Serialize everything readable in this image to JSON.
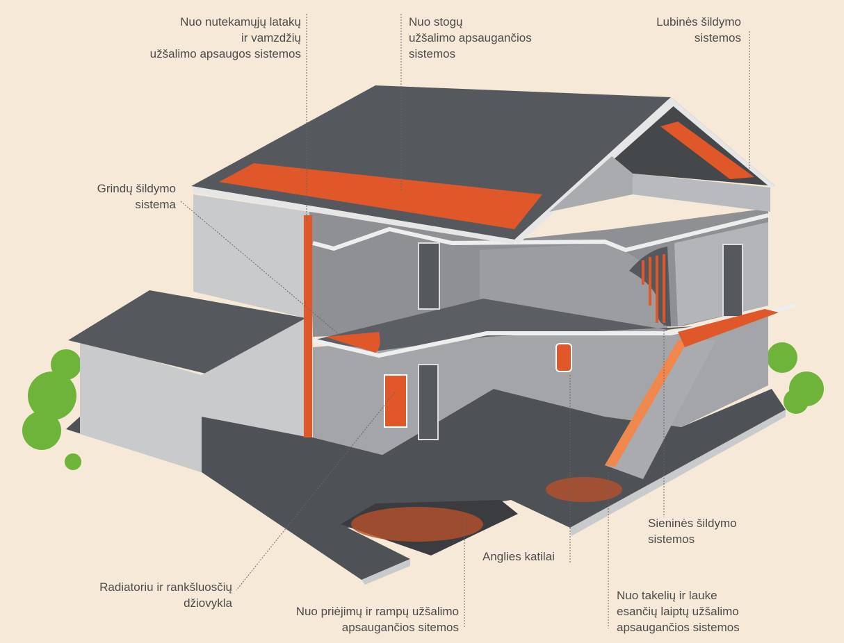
{
  "colors": {
    "background": "#f6e9d8",
    "roof": "#55595d",
    "wall": "#a9abae",
    "wall_light": "#c9cacc",
    "floor": "#4e5256",
    "heating": "#e0582a",
    "text": "#4b4b4b"
  },
  "labels": {
    "gutters": [
      "Nuo nutekamųjų latakų",
      "ir vamzdžių",
      "užšalimo apsaugos sistemos"
    ],
    "roof": [
      "Nuo stogų",
      "užšalimo apsaugančios",
      "sistemos"
    ],
    "ceiling": [
      "Lubinės šildymo",
      "sistemos"
    ],
    "floor": [
      "Grindų šildymo",
      "sistema"
    ],
    "wall": [
      "Sieninės šildymo",
      "sistemos"
    ],
    "boiler": [
      "Anglies katilai"
    ],
    "radiator": [
      "Radiatoriu ir rankšluosčių",
      "džiovykla"
    ],
    "ramps": [
      "Nuo priėjimų ir rampų užšalimo",
      "apsaugančios sitemos"
    ],
    "paths": [
      "Nuo takelių ir lauke",
      "esančių laiptų užšalimo",
      "apsaugančios sistemos"
    ]
  }
}
